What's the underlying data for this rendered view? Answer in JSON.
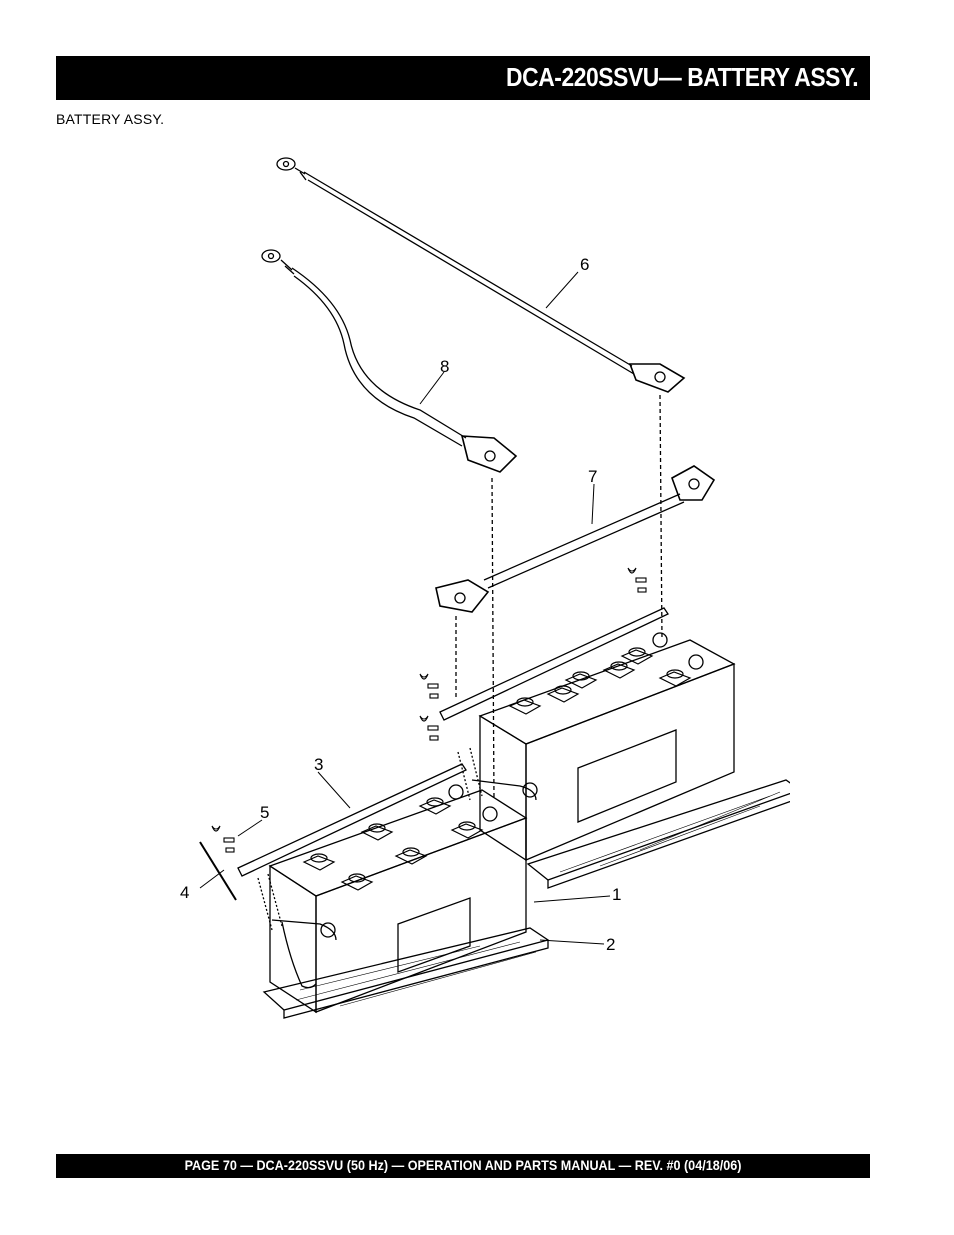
{
  "header": {
    "title": "DCA-220SSVU— BATTERY ASSY."
  },
  "section": {
    "subtitle": "BATTERY ASSY."
  },
  "diagram": {
    "callouts": [
      "1",
      "2",
      "3",
      "4",
      "5",
      "6",
      "7",
      "8"
    ]
  },
  "footer": {
    "text": "PAGE 70 — DCA-220SSVU (50 Hz) —  OPERATION AND PARTS  MANUAL — REV. #0  (04/18/06)"
  }
}
